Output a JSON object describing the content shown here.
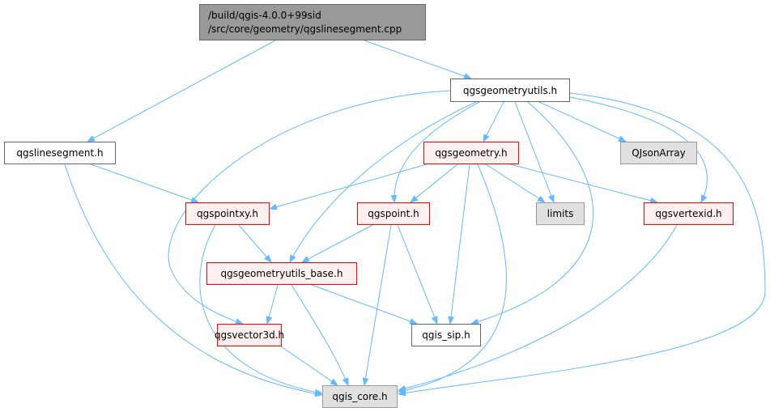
{
  "colors": {
    "edge": "#63B8FF",
    "highlight_border": "#FF0000",
    "highlight_fill": "#FFF0F0",
    "external_fill": "#E0E0E0",
    "root_fill": "#999999"
  },
  "nodes": {
    "root_line1": "/build/qgis-4.0.0+99sid",
    "root_line2": "/src/core/geometry/qgslinesegment.cpp",
    "qgsgeometryutils": "qgsgeometryutils.h",
    "qgslinesegment": "qgslinesegment.h",
    "qgsgeometry": "qgsgeometry.h",
    "qjsonarray": "QJsonArray",
    "qgspointxy": "qgspointxy.h",
    "qgspoint": "qgspoint.h",
    "limits": "limits",
    "qgsvertexid": "qgsvertexid.h",
    "qgsgeometryutils_base": "qgsgeometryutils_base.h",
    "qgsvector3d": "qgsvector3d.h",
    "qgis_sip": "qgis_sip.h",
    "qgis_core": "qgis_core.h"
  },
  "edges": [
    [
      "root",
      "qgslinesegment"
    ],
    [
      "root",
      "qgsgeometryutils"
    ],
    [
      "qgsgeometryutils",
      "qgsvector3d"
    ],
    [
      "qgsgeometryutils",
      "qgsgeometryutils_base"
    ],
    [
      "qgsgeometryutils",
      "qgspoint"
    ],
    [
      "qgsgeometryutils",
      "qgsgeometry"
    ],
    [
      "qgsgeometryutils",
      "limits"
    ],
    [
      "qgsgeometryutils",
      "qgis_sip"
    ],
    [
      "qgsgeometryutils",
      "qjsonarray"
    ],
    [
      "qgsgeometryutils",
      "qgsvertexid"
    ],
    [
      "qgsgeometryutils",
      "qgis_core"
    ],
    [
      "qgslinesegment",
      "qgspointxy"
    ],
    [
      "qgslinesegment",
      "qgis_core"
    ],
    [
      "qgsgeometry",
      "qgspointxy"
    ],
    [
      "qgsgeometry",
      "qgspoint"
    ],
    [
      "qgsgeometry",
      "limits"
    ],
    [
      "qgsgeometry",
      "qgsvertexid"
    ],
    [
      "qgsgeometry",
      "qgis_sip"
    ],
    [
      "qgsgeometry",
      "qgis_core"
    ],
    [
      "qgspointxy",
      "qgsgeometryutils_base"
    ],
    [
      "qgspointxy",
      "qgis_core"
    ],
    [
      "qgspoint",
      "qgsgeometryutils_base"
    ],
    [
      "qgspoint",
      "qgis_sip"
    ],
    [
      "qgspoint",
      "qgis_core"
    ],
    [
      "qgsvertexid",
      "qgis_core"
    ],
    [
      "qgsgeometryutils_base",
      "qgsvector3d"
    ],
    [
      "qgsgeometryutils_base",
      "qgis_core"
    ],
    [
      "qgsgeometryutils_base",
      "qgis_sip"
    ],
    [
      "qgsvector3d",
      "qgis_core"
    ]
  ]
}
